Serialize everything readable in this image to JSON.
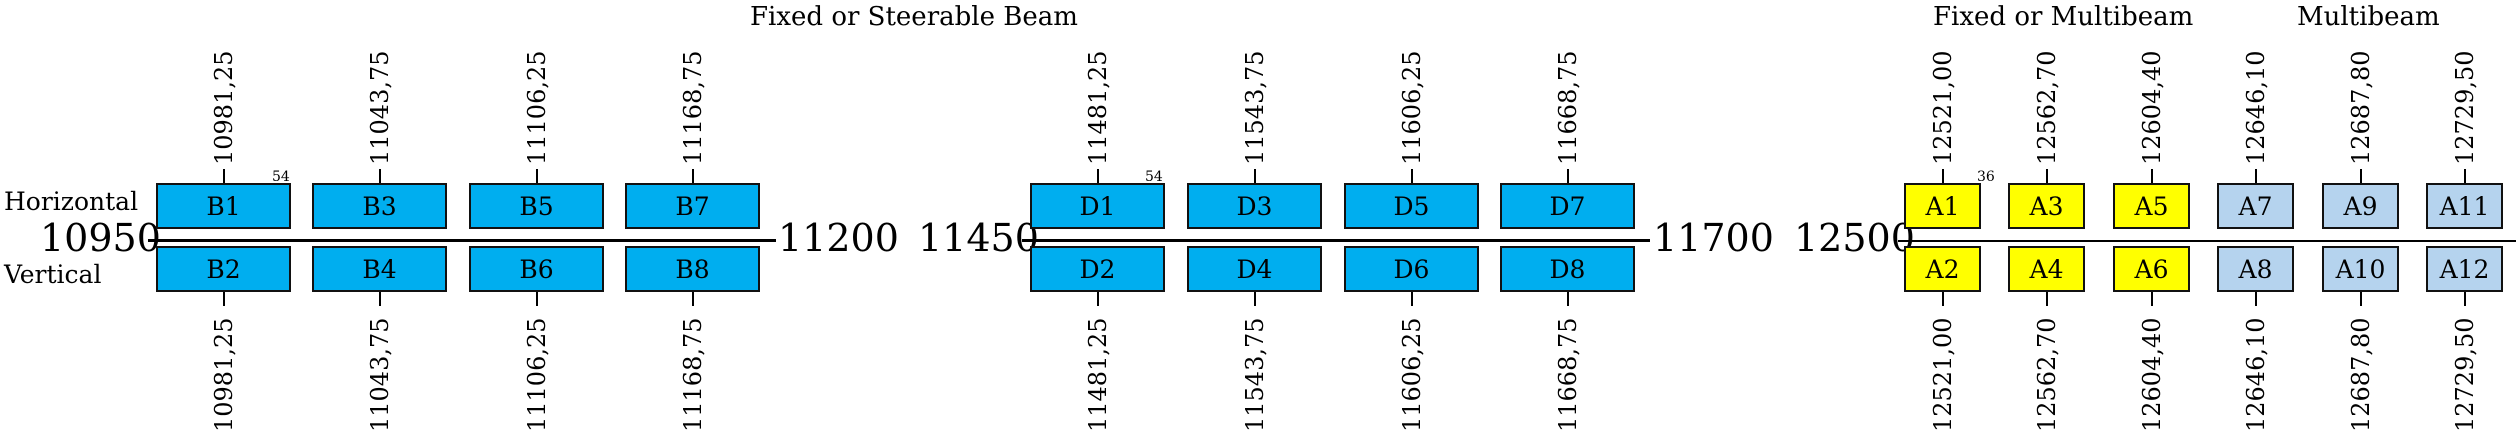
{
  "titles": {
    "steerable": "Fixed or Steerable Beam",
    "fixed_multibeam": "Fixed or Multibeam",
    "multibeam": "Multibeam"
  },
  "polarization": {
    "horizontal": "Horizontal",
    "vertical": "Vertical"
  },
  "groups": [
    {
      "start": "10950",
      "end": "11200",
      "bandwidth_note": "54",
      "channels": [
        {
          "top": "B1",
          "bottom": "B2",
          "freq": "10981,25",
          "color": "#00aeef"
        },
        {
          "top": "B3",
          "bottom": "B4",
          "freq": "11043,75",
          "color": "#00aeef"
        },
        {
          "top": "B5",
          "bottom": "B6",
          "freq": "11106,25",
          "color": "#00aeef"
        },
        {
          "top": "B7",
          "bottom": "B8",
          "freq": "11168,75",
          "color": "#00aeef"
        }
      ]
    },
    {
      "start": "11450",
      "end": "11700",
      "bandwidth_note": "54",
      "channels": [
        {
          "top": "D1",
          "bottom": "D2",
          "freq": "11481,25",
          "color": "#00aeef"
        },
        {
          "top": "D3",
          "bottom": "D4",
          "freq": "11543,75",
          "color": "#00aeef"
        },
        {
          "top": "D5",
          "bottom": "D6",
          "freq": "11606,25",
          "color": "#00aeef"
        },
        {
          "top": "D7",
          "bottom": "D8",
          "freq": "11668,75",
          "color": "#00aeef"
        }
      ]
    },
    {
      "start": "12500",
      "bandwidth_note": "36",
      "channels": [
        {
          "top": "A1",
          "bottom": "A2",
          "freq": "12521,00",
          "color": "#ffff00"
        },
        {
          "top": "A3",
          "bottom": "A4",
          "freq": "12562,70",
          "color": "#ffff00"
        },
        {
          "top": "A5",
          "bottom": "A6",
          "freq": "12604,40",
          "color": "#ffff00"
        },
        {
          "top": "A7",
          "bottom": "A8",
          "freq": "12646,10",
          "color": "#b5d3ee"
        },
        {
          "top": "A9",
          "bottom": "A10",
          "freq": "12687,80",
          "color": "#b5d3ee"
        },
        {
          "top": "A11",
          "bottom": "A12",
          "freq": "12729,50",
          "color": "#b5d3ee"
        }
      ]
    }
  ]
}
